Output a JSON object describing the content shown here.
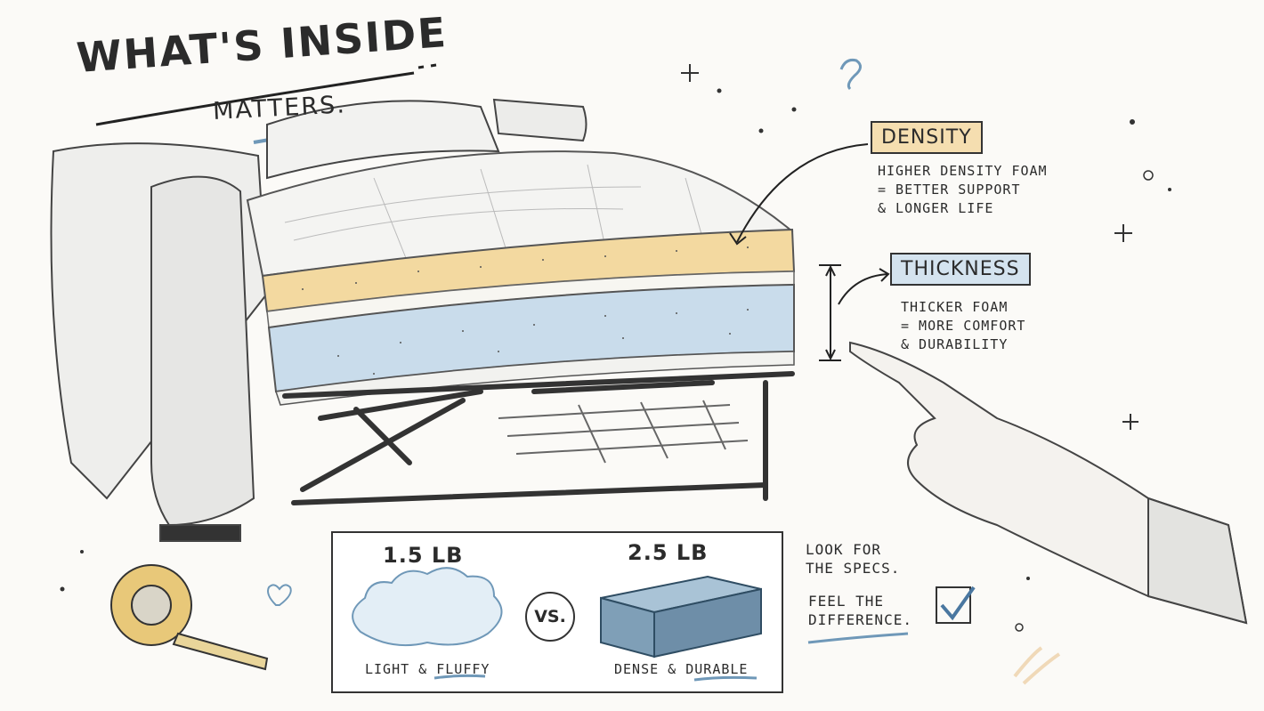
{
  "title": {
    "line1": "What's Inside",
    "line2": "Matters."
  },
  "callouts": {
    "density": {
      "label": "Density",
      "lines": [
        "Higher density foam",
        "= better support",
        "& longer life"
      ]
    },
    "thickness": {
      "label": "Thickness",
      "lines": [
        "Thicker foam",
        "= more comfort",
        "& durability"
      ]
    }
  },
  "comparison": {
    "left": {
      "weight": "1.5 LB",
      "caption": "Light & Fluffy"
    },
    "vs": "VS.",
    "right": {
      "weight": "2.5 LB",
      "caption": "Dense & Durable"
    }
  },
  "side_note": {
    "lines1": [
      "Look for",
      "the specs."
    ],
    "lines2": [
      "Feel the",
      "difference."
    ]
  },
  "colors": {
    "ink": "#2b2b2b",
    "density_foam": "#f3d9a0",
    "support_foam": "#c9dceb",
    "density_tag": "#f5deb0",
    "thickness_tag": "#d4e3ef",
    "accent_blue": "#6f98b8"
  },
  "icons": [
    "tape-measure-icon",
    "heart-icon",
    "checkbox-icon",
    "sparkle-icon",
    "pointing-hand-icon"
  ]
}
